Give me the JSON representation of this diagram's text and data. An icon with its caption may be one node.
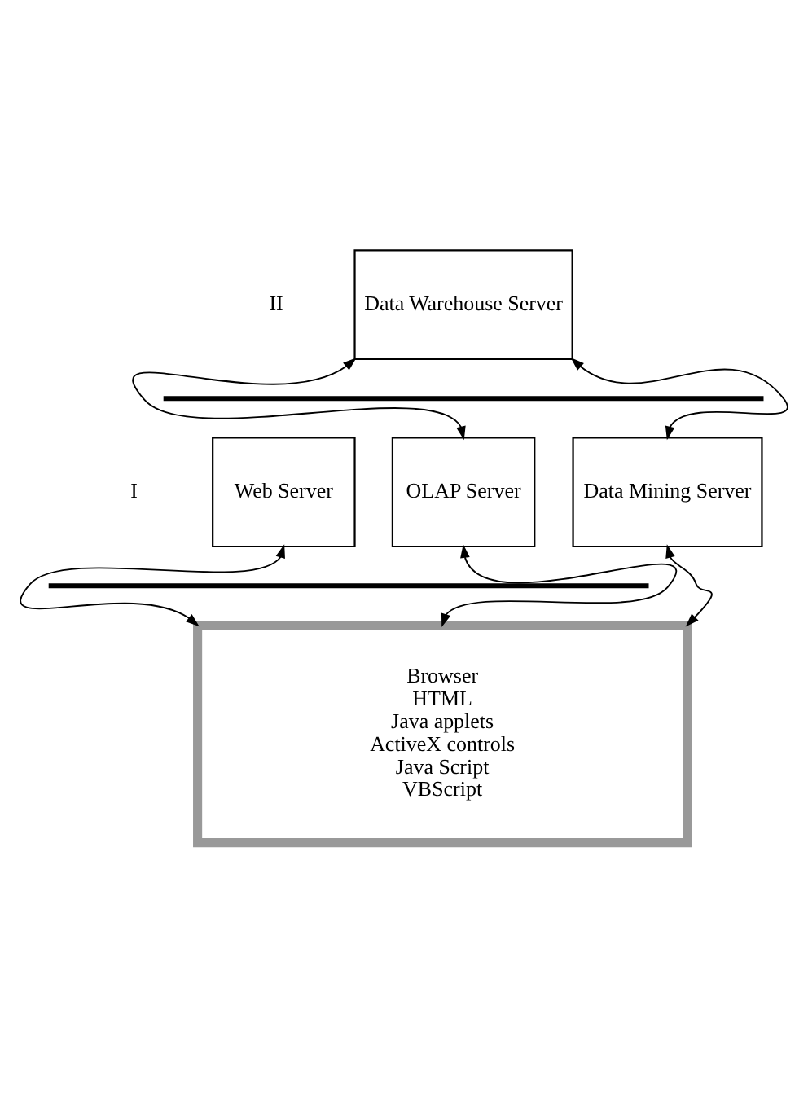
{
  "diagram": {
    "nodes": [
      {
        "text": [
          "Data Warehouse Server"
        ]
      },
      {
        "text": [],
        "shape": "bar"
      },
      {
        "text": [
          "Web Server"
        ]
      },
      {
        "text": [
          "OLAP Server"
        ]
      },
      {
        "text": [
          "Data Mining Server"
        ]
      },
      {
        "text": [],
        "shape": "bar"
      },
      {
        "text": [
          "Browser",
          "HTML",
          "Java applets",
          "ActiveX controls",
          "Java Script",
          "VBScript"
        ]
      }
    ],
    "edges": [
      {
        "from": 0,
        "to": 3,
        "arrow": "both"
      },
      {
        "from": 0,
        "to": 4,
        "arrow": "both"
      },
      {
        "from": 2,
        "to": 6,
        "arrow": "both"
      },
      {
        "from": 3,
        "to": 6,
        "arrow": "both"
      },
      {
        "from": 4,
        "to": 6,
        "arrow": "both"
      }
    ],
    "labels": [
      "II",
      "I"
    ]
  }
}
